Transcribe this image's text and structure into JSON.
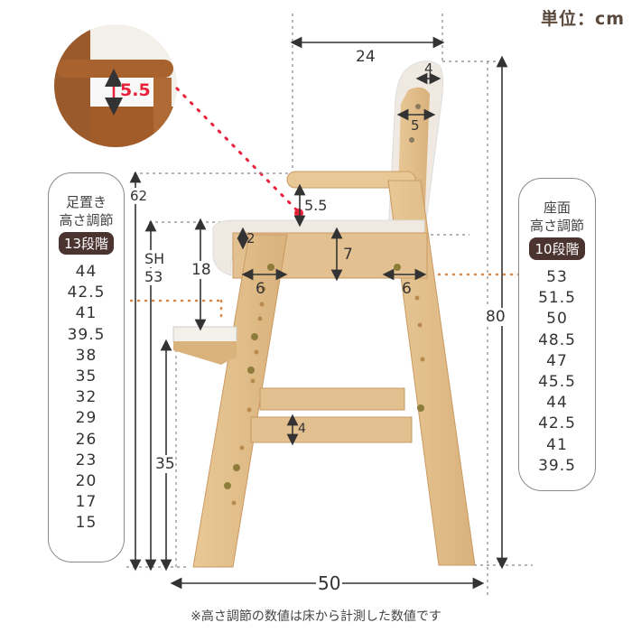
{
  "unit_label": "単位：cm",
  "footnote": "※高さ調節の数値は床から計測した数値です",
  "footrest_panel": {
    "title_line1": "足置き",
    "title_line2": "高さ調節",
    "badge": "13段階",
    "values": [
      "44",
      "42.5",
      "41",
      "39.5",
      "38",
      "35",
      "32",
      "29",
      "26",
      "23",
      "20",
      "17",
      "15"
    ]
  },
  "seat_panel": {
    "title_line1": "座面",
    "title_line2": "高さ調節",
    "badge": "10段階",
    "values": [
      "53",
      "51.5",
      "50",
      "48.5",
      "47",
      "45.5",
      "44",
      "42.5",
      "41",
      "39.5"
    ]
  },
  "dimensions": {
    "depth_top": "24",
    "back_thickness": "4",
    "back_width": "5",
    "armrest_gap": "5.5",
    "inset_armrest_gap": "5.5",
    "total_arm_height": "62",
    "sh_label": "SH",
    "seat_height": "53",
    "seat_to_footrest": "18",
    "cushion": "2",
    "apron": "7",
    "leg_front": "6",
    "leg_rear": "6",
    "total_height": "80",
    "footrest_height": "35",
    "stretcher": "4",
    "base_width": "50"
  },
  "colors": {
    "wood": "#e3c08f",
    "wood_dark": "#c99a62",
    "cushion": "#f1ece6",
    "badge": "#4b3430",
    "accent_dot": "#e8223a",
    "orange_dot": "#d4874a",
    "unit_text": "#5a4a3e"
  }
}
